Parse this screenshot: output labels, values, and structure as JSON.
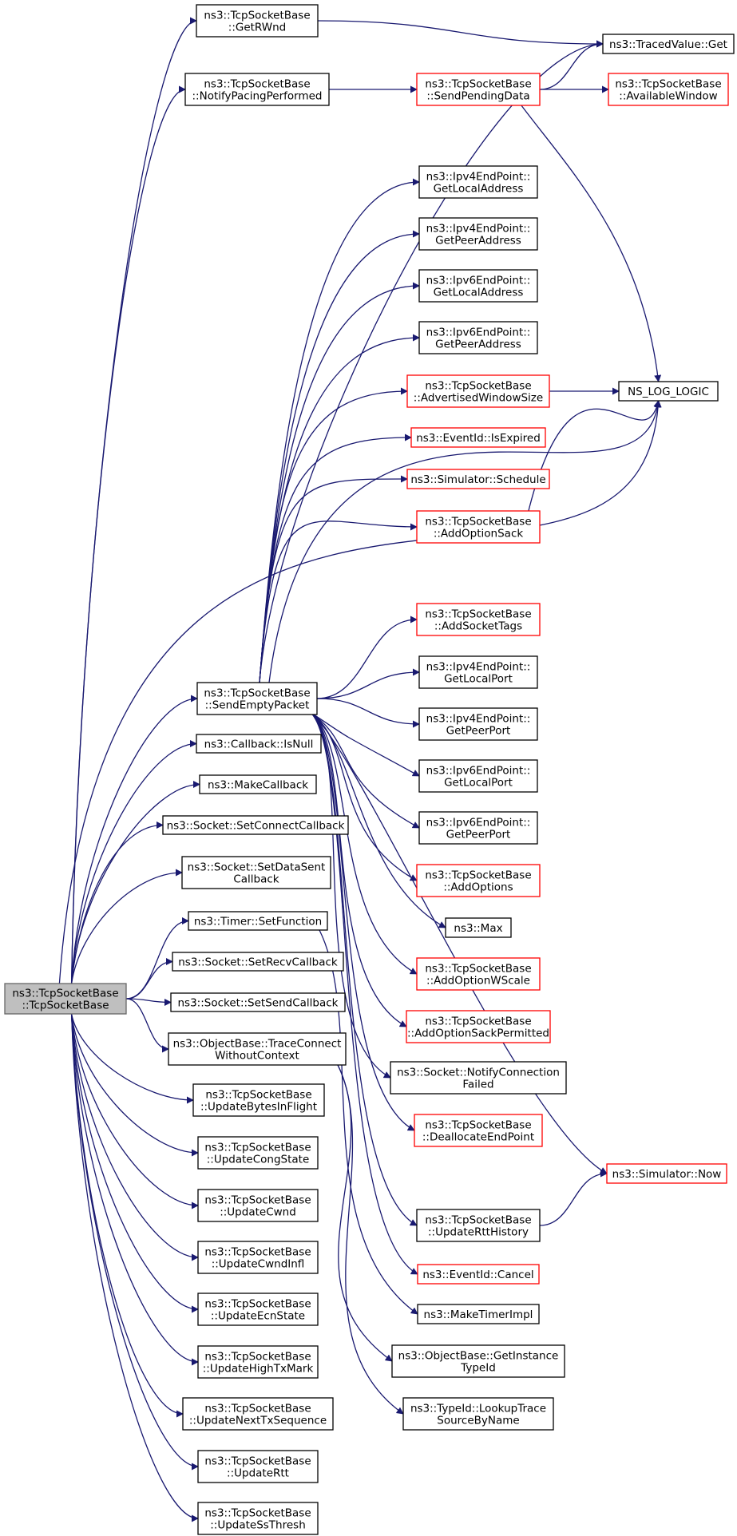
{
  "graph": {
    "title": "",
    "nodes": [
      {
        "id": "root",
        "lines": [
          "ns3::TcpSocketBase",
          "::TcpSocketBase"
        ],
        "kind": "focus"
      },
      {
        "id": "getrwnd",
        "lines": [
          "ns3::TcpSocketBase",
          "::GetRWnd"
        ],
        "kind": "normal"
      },
      {
        "id": "notifypacing",
        "lines": [
          "ns3::TcpSocketBase",
          "::NotifyPacingPerformed"
        ],
        "kind": "normal"
      },
      {
        "id": "sendempty",
        "lines": [
          "ns3::TcpSocketBase",
          "::SendEmptyPacket"
        ],
        "kind": "normal"
      },
      {
        "id": "cbisnull",
        "lines": [
          "ns3::Callback::IsNull"
        ],
        "kind": "normal"
      },
      {
        "id": "makecb",
        "lines": [
          "ns3::MakeCallback"
        ],
        "kind": "normal"
      },
      {
        "id": "setconnect",
        "lines": [
          "ns3::Socket::SetConnectCallback"
        ],
        "kind": "normal"
      },
      {
        "id": "setdatasent",
        "lines": [
          "ns3::Socket::SetDataSent",
          "Callback"
        ],
        "kind": "normal"
      },
      {
        "id": "setfunction",
        "lines": [
          "ns3::Timer::SetFunction"
        ],
        "kind": "normal"
      },
      {
        "id": "setrecv",
        "lines": [
          "ns3::Socket::SetRecvCallback"
        ],
        "kind": "normal"
      },
      {
        "id": "setsend",
        "lines": [
          "ns3::Socket::SetSendCallback"
        ],
        "kind": "normal"
      },
      {
        "id": "traceconnect",
        "lines": [
          "ns3::ObjectBase::TraceConnect",
          "WithoutContext"
        ],
        "kind": "normal"
      },
      {
        "id": "upbytes",
        "lines": [
          "ns3::TcpSocketBase",
          "::UpdateBytesInFlight"
        ],
        "kind": "normal"
      },
      {
        "id": "upcong",
        "lines": [
          "ns3::TcpSocketBase",
          "::UpdateCongState"
        ],
        "kind": "normal"
      },
      {
        "id": "upcwnd",
        "lines": [
          "ns3::TcpSocketBase",
          "::UpdateCwnd"
        ],
        "kind": "normal"
      },
      {
        "id": "upcwndinfl",
        "lines": [
          "ns3::TcpSocketBase",
          "::UpdateCwndInfl"
        ],
        "kind": "normal"
      },
      {
        "id": "upecn",
        "lines": [
          "ns3::TcpSocketBase",
          "::UpdateEcnState"
        ],
        "kind": "normal"
      },
      {
        "id": "uphigh",
        "lines": [
          "ns3::TcpSocketBase",
          "::UpdateHighTxMark"
        ],
        "kind": "normal"
      },
      {
        "id": "upnext",
        "lines": [
          "ns3::TcpSocketBase",
          "::UpdateNextTxSequence"
        ],
        "kind": "normal"
      },
      {
        "id": "uprtt",
        "lines": [
          "ns3::TcpSocketBase",
          "::UpdateRtt"
        ],
        "kind": "normal"
      },
      {
        "id": "upss",
        "lines": [
          "ns3::TcpSocketBase",
          "::UpdateSsThresh"
        ],
        "kind": "normal"
      },
      {
        "id": "sendpending",
        "lines": [
          "ns3::TcpSocketBase",
          "::SendPendingData"
        ],
        "kind": "truncated"
      },
      {
        "id": "tracedget",
        "lines": [
          "ns3::TracedValue::Get"
        ],
        "kind": "normal"
      },
      {
        "id": "availwin",
        "lines": [
          "ns3::TcpSocketBase",
          "::AvailableWindow"
        ],
        "kind": "truncated"
      },
      {
        "id": "v4local",
        "lines": [
          "ns3::Ipv4EndPoint::",
          "GetLocalAddress"
        ],
        "kind": "normal"
      },
      {
        "id": "v4peer",
        "lines": [
          "ns3::Ipv4EndPoint::",
          "GetPeerAddress"
        ],
        "kind": "normal"
      },
      {
        "id": "v6local",
        "lines": [
          "ns3::Ipv6EndPoint::",
          "GetLocalAddress"
        ],
        "kind": "normal"
      },
      {
        "id": "v6peer",
        "lines": [
          "ns3::Ipv6EndPoint::",
          "GetPeerAddress"
        ],
        "kind": "normal"
      },
      {
        "id": "advwin",
        "lines": [
          "ns3::TcpSocketBase",
          "::AdvertisedWindowSize"
        ],
        "kind": "truncated"
      },
      {
        "id": "nslog",
        "lines": [
          "NS_LOG_LOGIC"
        ],
        "kind": "normal"
      },
      {
        "id": "isexpired",
        "lines": [
          "ns3::EventId::IsExpired"
        ],
        "kind": "truncated"
      },
      {
        "id": "schedule",
        "lines": [
          "ns3::Simulator::Schedule"
        ],
        "kind": "truncated"
      },
      {
        "id": "optsack",
        "lines": [
          "ns3::TcpSocketBase",
          "::AddOptionSack"
        ],
        "kind": "truncated"
      },
      {
        "id": "socktags",
        "lines": [
          "ns3::TcpSocketBase",
          "::AddSocketTags"
        ],
        "kind": "truncated"
      },
      {
        "id": "v4lport",
        "lines": [
          "ns3::Ipv4EndPoint::",
          "GetLocalPort"
        ],
        "kind": "normal"
      },
      {
        "id": "v4pport",
        "lines": [
          "ns3::Ipv4EndPoint::",
          "GetPeerPort"
        ],
        "kind": "normal"
      },
      {
        "id": "v6lport",
        "lines": [
          "ns3::Ipv6EndPoint::",
          "GetLocalPort"
        ],
        "kind": "normal"
      },
      {
        "id": "v6pport",
        "lines": [
          "ns3::Ipv6EndPoint::",
          "GetPeerPort"
        ],
        "kind": "normal"
      },
      {
        "id": "addopts",
        "lines": [
          "ns3::TcpSocketBase",
          "::AddOptions"
        ],
        "kind": "truncated"
      },
      {
        "id": "max",
        "lines": [
          "ns3::Max"
        ],
        "kind": "normal"
      },
      {
        "id": "optwscale",
        "lines": [
          "ns3::TcpSocketBase",
          "::AddOptionWScale"
        ],
        "kind": "truncated"
      },
      {
        "id": "optsackperm",
        "lines": [
          "ns3::TcpSocketBase",
          "::AddOptionSackPermitted"
        ],
        "kind": "truncated"
      },
      {
        "id": "notifyconnfail",
        "lines": [
          "ns3::Socket::NotifyConnection",
          "Failed"
        ],
        "kind": "normal"
      },
      {
        "id": "dealloc",
        "lines": [
          "ns3::TcpSocketBase",
          "::DeallocateEndPoint"
        ],
        "kind": "truncated"
      },
      {
        "id": "simnow",
        "lines": [
          "ns3::Simulator::Now"
        ],
        "kind": "truncated"
      },
      {
        "id": "rtthist",
        "lines": [
          "ns3::TcpSocketBase",
          "::UpdateRttHistory"
        ],
        "kind": "normal"
      },
      {
        "id": "evcancel",
        "lines": [
          "ns3::EventId::Cancel"
        ],
        "kind": "truncated"
      },
      {
        "id": "maketimer",
        "lines": [
          "ns3::MakeTimerImpl"
        ],
        "kind": "normal"
      },
      {
        "id": "getinstance",
        "lines": [
          "ns3::ObjectBase::GetInstance",
          "TypeId"
        ],
        "kind": "normal"
      },
      {
        "id": "lookuptrace",
        "lines": [
          "ns3::TypeId::LookupTrace",
          "SourceByName"
        ],
        "kind": "normal"
      }
    ]
  },
  "colors": {
    "edge": "#191970",
    "focus_fill": "#bfbfbf",
    "focus_stroke": "#666666",
    "normal_stroke": "#000000",
    "truncated_stroke": "#ff0000",
    "box_fill": "#ffffff"
  }
}
